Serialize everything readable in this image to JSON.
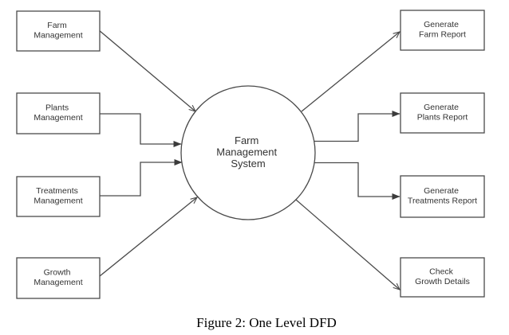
{
  "figure": {
    "caption": "Figure 2: One Level DFD"
  },
  "diagram": {
    "process": {
      "label_lines": [
        "Farm",
        "Management",
        "System"
      ]
    },
    "sources": [
      {
        "label_lines": [
          "Farm",
          "Management"
        ]
      },
      {
        "label_lines": [
          "Plants",
          "Management"
        ]
      },
      {
        "label_lines": [
          "Treatments",
          "Management"
        ]
      },
      {
        "label_lines": [
          "Growth",
          "Management"
        ]
      }
    ],
    "sinks": [
      {
        "label_lines": [
          "Generate",
          "Farm Report"
        ]
      },
      {
        "label_lines": [
          "Generate",
          "Plants Report"
        ]
      },
      {
        "label_lines": [
          "Generate",
          "Treatments Report"
        ]
      },
      {
        "label_lines": [
          "Check",
          "Growth Details"
        ]
      }
    ],
    "colors": {
      "stroke": "#4a4a4a",
      "text": "#333333",
      "background": "#ffffff"
    }
  }
}
